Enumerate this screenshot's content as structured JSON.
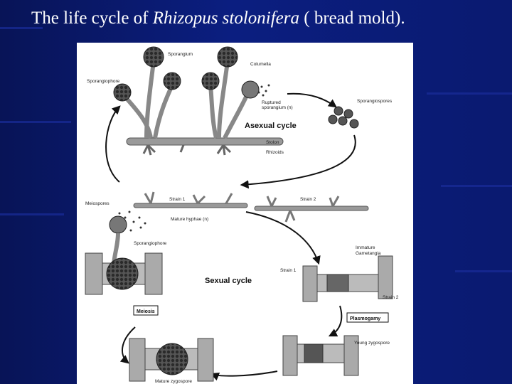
{
  "slide": {
    "title_prefix": "The life cycle of ",
    "title_italic": "Rhizopus stolonifera",
    "title_suffix": " ( bread mold)."
  },
  "diagram": {
    "labels": {
      "sporangium": "Sporangium",
      "columella": "Columella",
      "sporangiophore_top": "Sporangiophore",
      "ruptured": "Ruptured",
      "ruptured2": "sporangium (n)",
      "sporangiospores": "Sporangiospores",
      "asexual_cycle": "Asexual cycle",
      "stolon": "Stolon",
      "rhizoids": "Rhizoids",
      "strain1_top": "Strain 1",
      "strain2_top": "Strain 2",
      "meiospores": "Meiospores",
      "mature_hyphae": "Mature hyphae (n)",
      "sporangiophore_low": "Sporangiophore",
      "immature": "Immature",
      "gametangia": "Gametangia",
      "sexual_cycle": "Sexual cycle",
      "strain1_low": "Strain 1",
      "strain2_low": "Strain 2",
      "meiosis": "Meiosis",
      "plasmogamy": "Plasmogamy",
      "young_zygospore": "Young zygospore",
      "mature_zygospore": "Mature zygospore"
    }
  },
  "colors": {
    "background": "#0a1a6e",
    "title_text": "#ffffff",
    "figure_bg": "#ffffff"
  }
}
